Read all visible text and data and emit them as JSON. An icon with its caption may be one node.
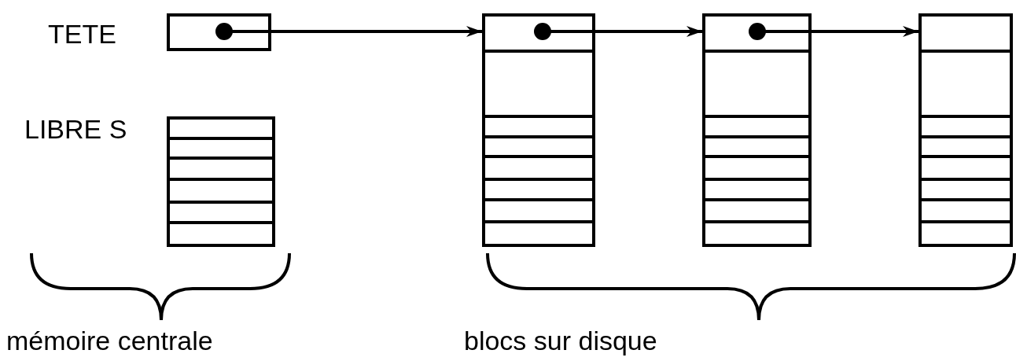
{
  "diagram": {
    "nodes": [
      {
        "text": [],
        "shape": "box",
        "beside": [
          "TETE"
        ]
      },
      {
        "text": [],
        "shape": "box",
        "beside": [
          "LIBRE S"
        ]
      },
      {
        "text": [],
        "shape": "box"
      },
      {
        "text": [],
        "shape": "box"
      },
      {
        "text": [],
        "shape": "box"
      }
    ],
    "edges": [
      {
        "from": 0,
        "to": 2,
        "arrow": "to"
      },
      {
        "from": 2,
        "to": 3,
        "arrow": "to"
      },
      {
        "from": 3,
        "to": 4,
        "arrow": "to"
      }
    ],
    "labels": [
      "mémoire centrale",
      "blocs sur disque"
    ]
  }
}
